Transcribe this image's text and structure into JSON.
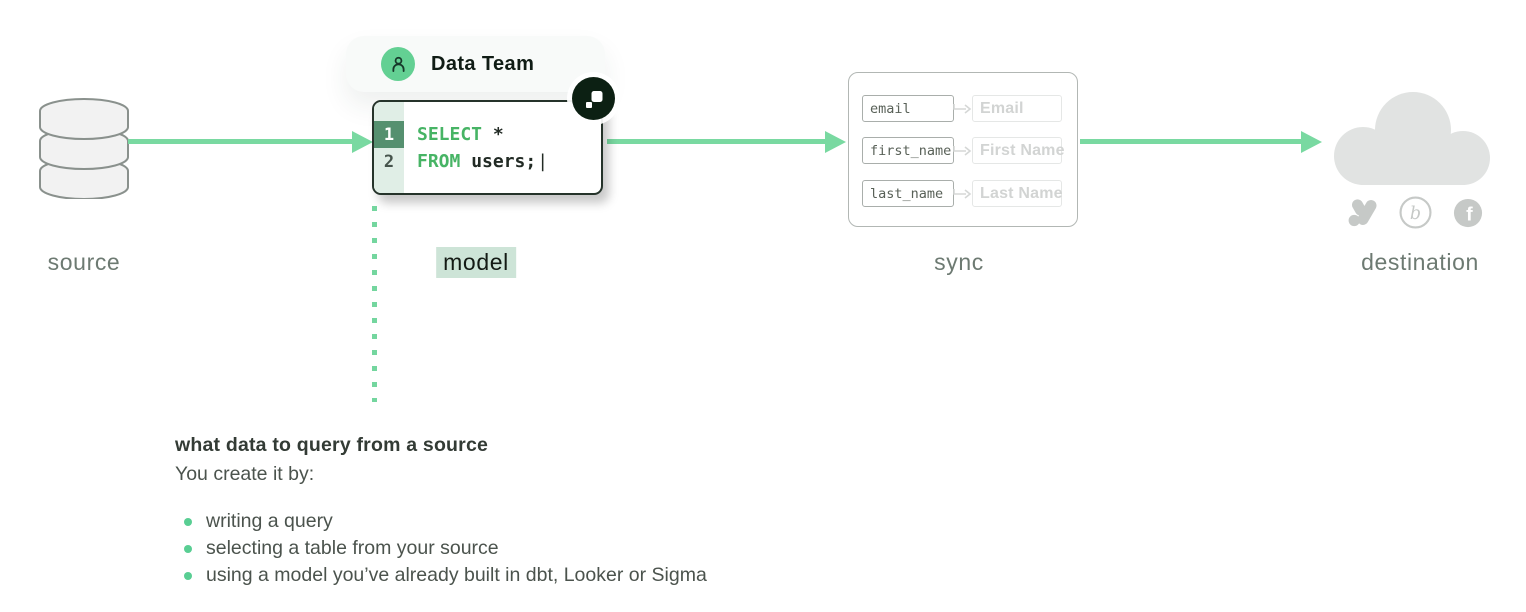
{
  "colors": {
    "accent_green": "#79d9a1",
    "code_keyword_green": "#47b465",
    "model_highlight": "#cde4d7",
    "label_gray": "#6d7a72",
    "badge_dark": "#0c2013",
    "avatar_green": "#63d093"
  },
  "stages": {
    "source": "source",
    "model": "model",
    "sync": "sync",
    "destination": "destination"
  },
  "data_team": {
    "label": "Data Team"
  },
  "editor": {
    "lines": [
      {
        "number": "1",
        "keyword": "SELECT",
        "code": " *"
      },
      {
        "number": "2",
        "keyword": "FROM",
        "code": " users;"
      }
    ],
    "cursor": "|"
  },
  "sync_box": {
    "mappings": [
      {
        "source_field": "email",
        "dest_field": "Email"
      },
      {
        "source_field": "first_name",
        "dest_field": "First Name"
      },
      {
        "source_field": "last_name",
        "dest_field": "Last Name"
      }
    ]
  },
  "destination_area": {
    "icons": [
      "google-ads",
      "braze",
      "facebook"
    ],
    "braze_letter": "b",
    "facebook_letter": "f"
  },
  "annotation": {
    "heading": "what data to query from a source",
    "intro": "You create it by:",
    "bullets": [
      "writing a query",
      "selecting a table from your source",
      "using a model you’ve already built in dbt, Looker or Sigma"
    ]
  }
}
